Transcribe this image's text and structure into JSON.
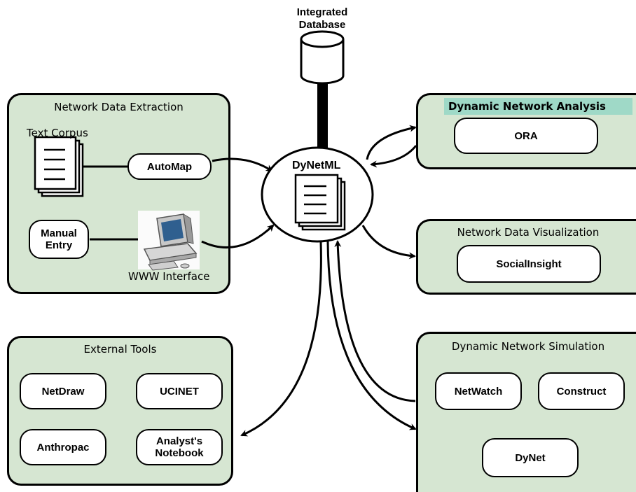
{
  "database": {
    "label_line1": "Integrated",
    "label_line2": "Database"
  },
  "hub": {
    "label": "DyNetML"
  },
  "extraction": {
    "title": "Network Data Extraction",
    "text_corpus_label": "Text Corpus",
    "automap_label": "AutoMap",
    "manual_entry_line1": "Manual",
    "manual_entry_line2": "Entry",
    "www_label": "WWW Interface"
  },
  "analysis": {
    "title": "Dynamic Network Analysis",
    "ora_label": "ORA"
  },
  "visualization": {
    "title": "Network Data Visualization",
    "socialinsight_label": "SocialInsight"
  },
  "external": {
    "title": "External Tools",
    "netdraw_label": "NetDraw",
    "ucinet_label": "UCINET",
    "anthropac_label": "Anthropac",
    "analyst_line1": "Analyst's",
    "analyst_line2": "Notebook"
  },
  "simulation": {
    "title": "Dynamic Network Simulation",
    "netwatch_label": "NetWatch",
    "construct_label": "Construct",
    "dynet_label": "DyNet"
  },
  "colors": {
    "panel_fill": "#d6e6d2",
    "highlight": "#9fd9c7"
  }
}
